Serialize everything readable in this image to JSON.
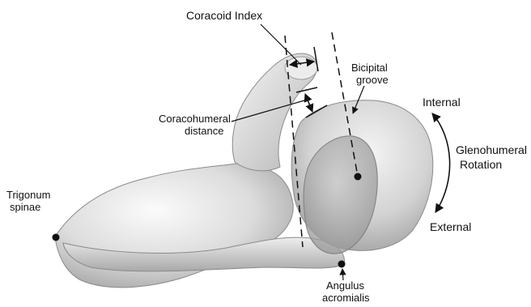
{
  "labels": {
    "coracoid_index": "Coracoid Index",
    "bicipital_groove_1": "Bicipital",
    "bicipital_groove_2": "groove",
    "internal": "Internal",
    "coracohumeral_1": "Coracohumeral",
    "coracohumeral_2": "distance",
    "glenohumeral_1": "Glenohumeral",
    "glenohumeral_2": "Rotation",
    "trigonum_1": "Trigonum",
    "trigonum_2": "spinae",
    "external": "External",
    "angulus_1": "Angulus",
    "angulus_2": "acromialis"
  },
  "colors": {
    "bone_light": "#f2f2f2",
    "bone_mid": "#c9c9c9",
    "bone_dark": "#8a8a8a",
    "line": "#111111"
  }
}
